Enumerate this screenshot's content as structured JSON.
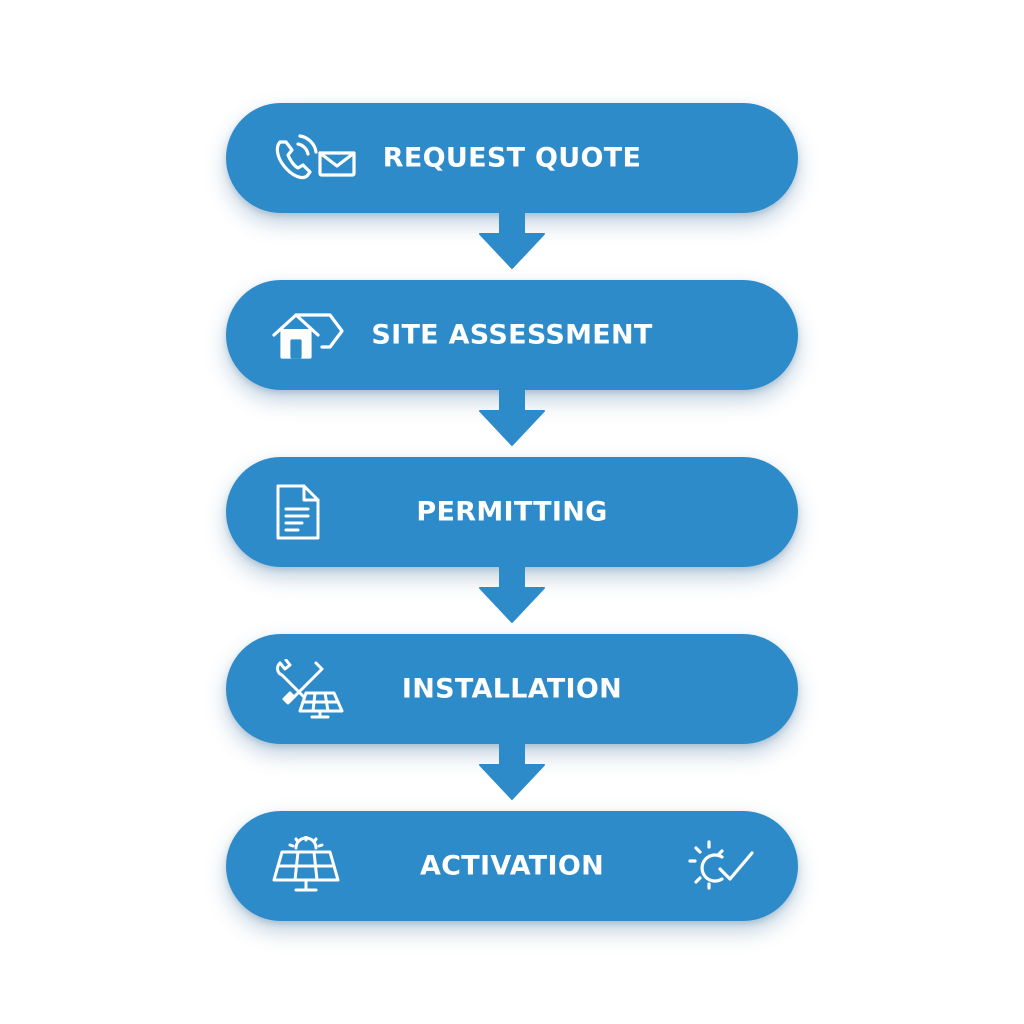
{
  "steps": [
    {
      "label": "REQUEST QUOTE",
      "icon": "phone-email-icon"
    },
    {
      "label": "SITE ASSESSMENT",
      "icon": "house-tag-icon"
    },
    {
      "label": "PERMITTING",
      "icon": "document-icon"
    },
    {
      "label": "INSTALLATION",
      "icon": "tools-solar-panel-icon"
    },
    {
      "label": "ACTIVATION",
      "icon": "solar-panel-sun-icon",
      "secondary_icon": "sun-checkmark-icon"
    }
  ],
  "colors": {
    "step_fill": "#2e8bc9",
    "arrow_fill": "#2e8bc9",
    "text": "#ffffff",
    "background": "#ffffff"
  }
}
